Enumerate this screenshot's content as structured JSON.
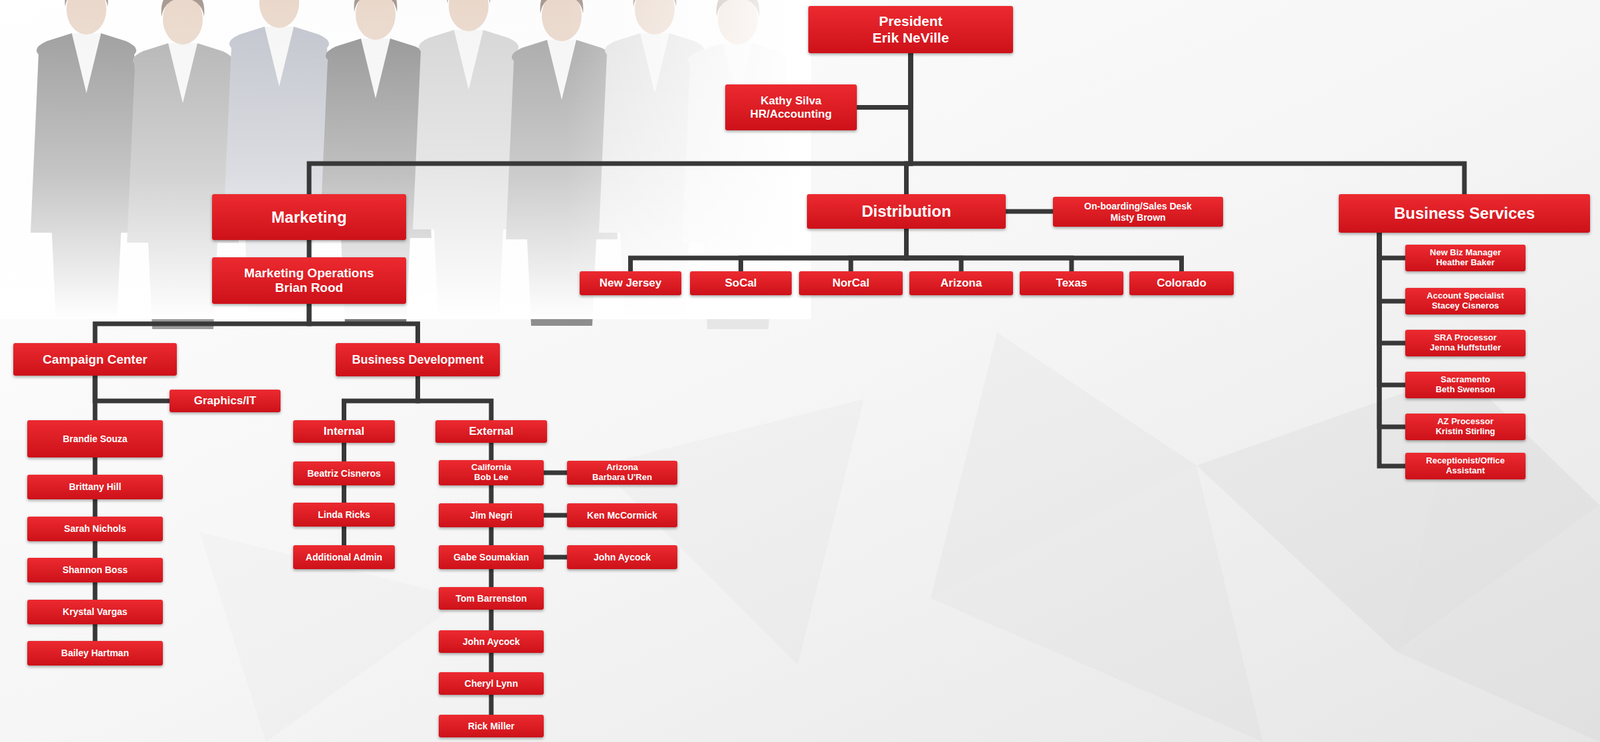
{
  "diagram": {
    "nodes": [
      {
        "text": [
          "President",
          "Erik NeVille"
        ]
      },
      {
        "text": [
          "Kathy Silva",
          "HR/Accounting"
        ]
      },
      {
        "text": [
          "Marketing"
        ]
      },
      {
        "text": [
          "Marketing Operations",
          "Brian Rood"
        ]
      },
      {
        "text": [
          "Campaign Center"
        ]
      },
      {
        "text": [
          "Graphics/IT"
        ]
      },
      {
        "text": [
          "Brandie Souza"
        ]
      },
      {
        "text": [
          "Brittany Hill"
        ]
      },
      {
        "text": [
          "Sarah Nichols"
        ]
      },
      {
        "text": [
          "Shannon Boss"
        ]
      },
      {
        "text": [
          "Krystal Vargas"
        ]
      },
      {
        "text": [
          "Bailey Hartman"
        ]
      },
      {
        "text": [
          "Business Development"
        ]
      },
      {
        "text": [
          "Internal"
        ]
      },
      {
        "text": [
          "Beatriz Cisneros"
        ]
      },
      {
        "text": [
          "Linda Ricks"
        ]
      },
      {
        "text": [
          "Additional Admin"
        ]
      },
      {
        "text": [
          "External"
        ]
      },
      {
        "text": [
          "California",
          "Bob Lee"
        ]
      },
      {
        "text": [
          "Arizona",
          "Barbara U'Ren"
        ]
      },
      {
        "text": [
          "Jim Negri"
        ]
      },
      {
        "text": [
          "Ken McCormick"
        ]
      },
      {
        "text": [
          "Gabe Soumakian"
        ]
      },
      {
        "text": [
          "John Aycock"
        ]
      },
      {
        "text": [
          "Tom Barrenston"
        ]
      },
      {
        "text": [
          "John Aycock"
        ]
      },
      {
        "text": [
          "Cheryl Lynn"
        ]
      },
      {
        "text": [
          "Rick Miller"
        ]
      },
      {
        "text": [
          "Distribution"
        ]
      },
      {
        "text": [
          "On-boarding/Sales Desk",
          "Misty Brown"
        ]
      },
      {
        "text": [
          "New Jersey"
        ]
      },
      {
        "text": [
          "SoCal"
        ]
      },
      {
        "text": [
          "NorCal"
        ]
      },
      {
        "text": [
          "Arizona"
        ]
      },
      {
        "text": [
          "Texas"
        ]
      },
      {
        "text": [
          "Colorado"
        ]
      },
      {
        "text": [
          "Business Services"
        ]
      },
      {
        "text": [
          "New Biz Manager",
          "Heather Baker"
        ]
      },
      {
        "text": [
          "Account Specialist",
          "Stacey Cisneros"
        ]
      },
      {
        "text": [
          "SRA Processor",
          "Jenna Huffstutler"
        ]
      },
      {
        "text": [
          "Sacramento",
          "Beth Swenson"
        ]
      },
      {
        "text": [
          "AZ Processor",
          "Kristin Stirling"
        ]
      },
      {
        "text": [
          "Receptionist/Office Assistant"
        ]
      }
    ],
    "edges": [
      {
        "from": 0,
        "to": 1,
        "arrow": "none"
      },
      {
        "from": 0,
        "to": 2,
        "arrow": "none"
      },
      {
        "from": 0,
        "to": 28,
        "arrow": "none"
      },
      {
        "from": 0,
        "to": 36,
        "arrow": "none"
      },
      {
        "from": 2,
        "to": 3,
        "arrow": "none"
      },
      {
        "from": 3,
        "to": 4,
        "arrow": "none"
      },
      {
        "from": 3,
        "to": 12,
        "arrow": "none"
      },
      {
        "from": 4,
        "to": 5,
        "arrow": "none"
      },
      {
        "from": 4,
        "to": 6,
        "arrow": "none"
      },
      {
        "from": 6,
        "to": 7,
        "arrow": "none"
      },
      {
        "from": 7,
        "to": 8,
        "arrow": "none"
      },
      {
        "from": 8,
        "to": 9,
        "arrow": "none"
      },
      {
        "from": 9,
        "to": 10,
        "arrow": "none"
      },
      {
        "from": 10,
        "to": 11,
        "arrow": "none"
      },
      {
        "from": 12,
        "to": 13,
        "arrow": "none"
      },
      {
        "from": 12,
        "to": 17,
        "arrow": "none"
      },
      {
        "from": 13,
        "to": 14,
        "arrow": "none"
      },
      {
        "from": 14,
        "to": 15,
        "arrow": "none"
      },
      {
        "from": 15,
        "to": 16,
        "arrow": "none"
      },
      {
        "from": 17,
        "to": 18,
        "arrow": "none"
      },
      {
        "from": 18,
        "to": 20,
        "arrow": "none"
      },
      {
        "from": 20,
        "to": 22,
        "arrow": "none"
      },
      {
        "from": 22,
        "to": 24,
        "arrow": "none"
      },
      {
        "from": 24,
        "to": 25,
        "arrow": "none"
      },
      {
        "from": 25,
        "to": 26,
        "arrow": "none"
      },
      {
        "from": 26,
        "to": 27,
        "arrow": "none"
      },
      {
        "from": 18,
        "to": 19,
        "arrow": "none"
      },
      {
        "from": 20,
        "to": 21,
        "arrow": "none"
      },
      {
        "from": 22,
        "to": 23,
        "arrow": "none"
      },
      {
        "from": 28,
        "to": 29,
        "arrow": "none"
      },
      {
        "from": 28,
        "to": 30,
        "arrow": "none"
      },
      {
        "from": 28,
        "to": 31,
        "arrow": "none"
      },
      {
        "from": 28,
        "to": 32,
        "arrow": "none"
      },
      {
        "from": 28,
        "to": 33,
        "arrow": "none"
      },
      {
        "from": 28,
        "to": 34,
        "arrow": "none"
      },
      {
        "from": 28,
        "to": 35,
        "arrow": "none"
      },
      {
        "from": 36,
        "to": 37,
        "arrow": "none"
      },
      {
        "from": 36,
        "to": 38,
        "arrow": "none"
      },
      {
        "from": 36,
        "to": 39,
        "arrow": "none"
      },
      {
        "from": 36,
        "to": 40,
        "arrow": "none"
      },
      {
        "from": 36,
        "to": 41,
        "arrow": "none"
      },
      {
        "from": 36,
        "to": 42,
        "arrow": "none"
      }
    ]
  }
}
